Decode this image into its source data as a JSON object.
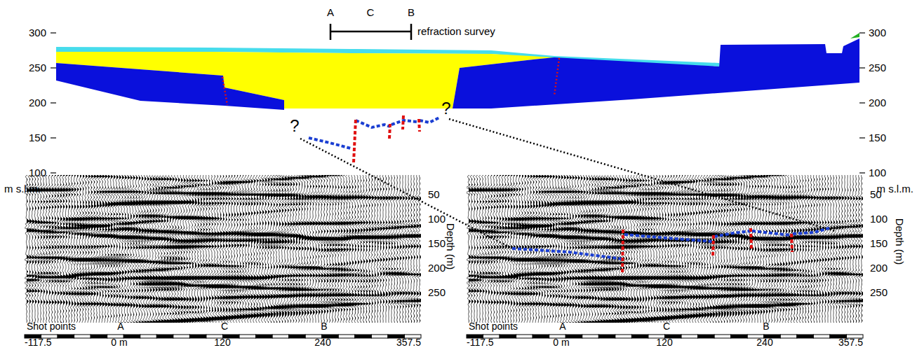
{
  "diagram": {
    "labels": [
      "A",
      "C",
      "B",
      "refraction survey",
      "300",
      "250",
      "200",
      "150",
      "100",
      "m s.l.m.",
      "300",
      "250",
      "200",
      "150",
      "100",
      "m s.l.m.",
      "?",
      "?",
      "50",
      "100",
      "150",
      "200",
      "250",
      "Depth (m)",
      "Shot points",
      "A",
      "C",
      "B",
      "-117.5",
      "0 m",
      "120",
      "240",
      "357.5",
      "50",
      "100",
      "150",
      "200",
      "250",
      "Depth (m)",
      "Shot points",
      "A",
      "C",
      "B",
      "-117.5",
      "0 m",
      "120",
      "240",
      "357.5"
    ]
  }
}
